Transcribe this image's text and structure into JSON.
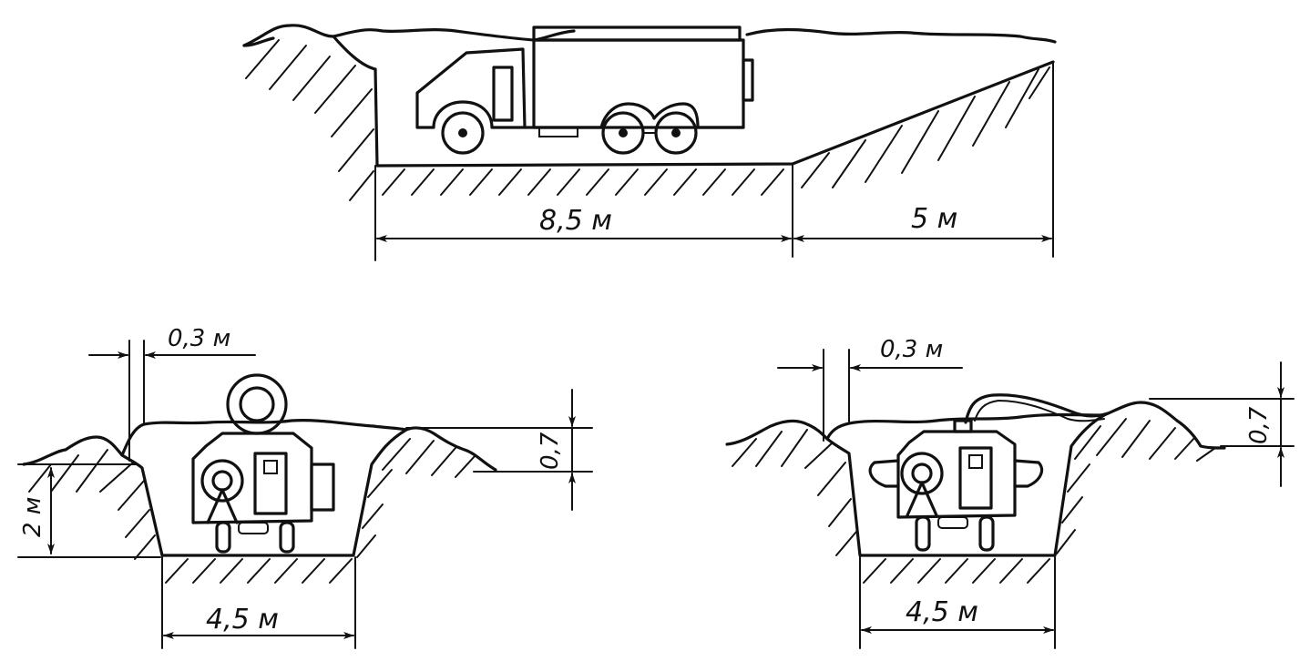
{
  "dimensions": {
    "top_pit_length": "8,5 м",
    "top_ramp_length": "5 м",
    "left_rampart_width": "0,3 м",
    "left_depth": "2 м",
    "left_rampart_height": "0,7",
    "left_bottom_width": "4,5 м",
    "right_rampart_width": "0,3 м",
    "right_rampart_height": "0,7",
    "right_bottom_width": "4,5 м"
  }
}
